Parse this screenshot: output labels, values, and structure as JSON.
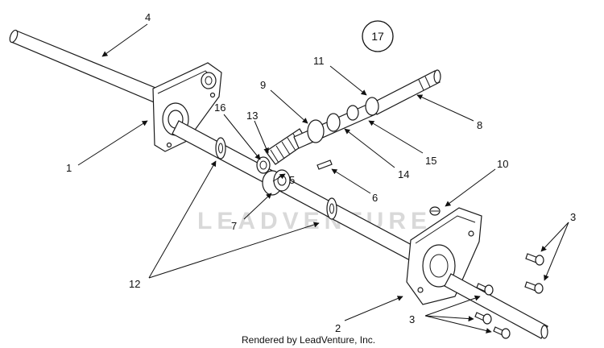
{
  "diagram": {
    "page_badge": "17",
    "watermark": "LEADVENTURE",
    "footer": "Rendered by LeadVenture, Inc.",
    "labels": [
      "4",
      "1",
      "16",
      "13",
      "9",
      "11",
      "8",
      "15",
      "14",
      "5",
      "6",
      "7",
      "12",
      "10",
      "3",
      "3",
      "2"
    ]
  }
}
